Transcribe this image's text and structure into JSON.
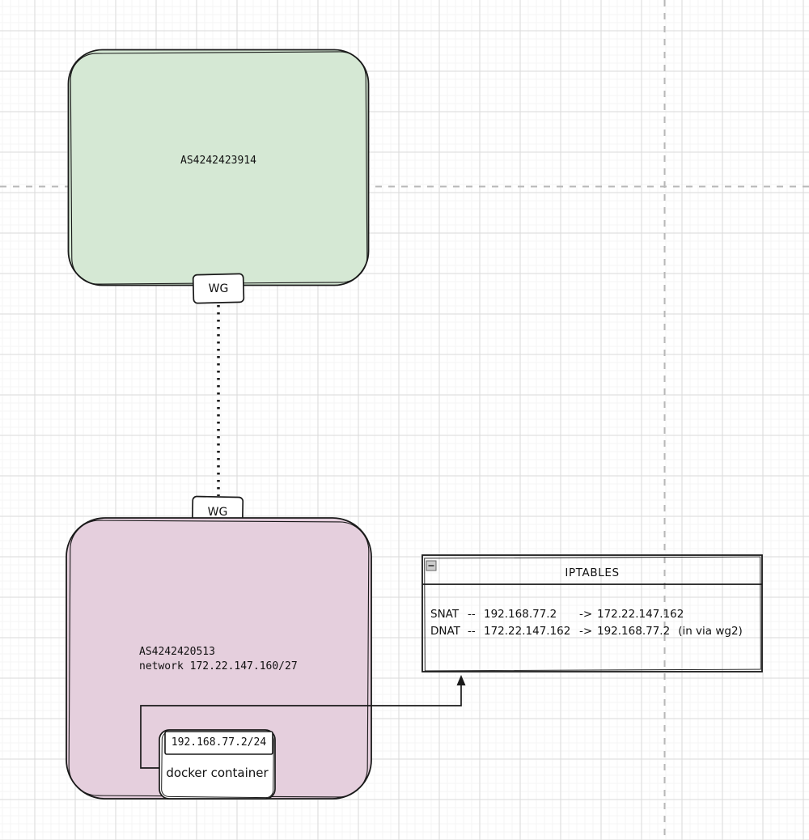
{
  "diagram": {
    "green_node": {
      "label": "AS4242423914"
    },
    "wg_top": {
      "label": "WG"
    },
    "wg_bottom": {
      "label": "WG"
    },
    "pink_node": {
      "label": "AS4242420513",
      "network": "network 172.22.147.160/27"
    },
    "docker_node": {
      "ip_label": "192.168.77.2/24",
      "label": "docker container"
    },
    "iptables_window": {
      "title": "IPTABLES",
      "rules": [
        {
          "chain": "SNAT",
          "sep": "--",
          "src": "192.168.77.2",
          "arrow": "->",
          "dst": "172.22.147.162",
          "note": ""
        },
        {
          "chain": "DNAT",
          "sep": "--",
          "src": "172.22.147.162",
          "arrow": "->",
          "dst": "192.168.77.2",
          "note": "(in via wg2)"
        }
      ]
    },
    "colors": {
      "green_fill": "#d5e8d4",
      "pink_fill": "#e5cfdd",
      "stroke": "#1a1a1a",
      "grid_minor": "#f4f4f4",
      "grid_major": "#dadada",
      "page_divider": "#b8b8b8"
    }
  }
}
